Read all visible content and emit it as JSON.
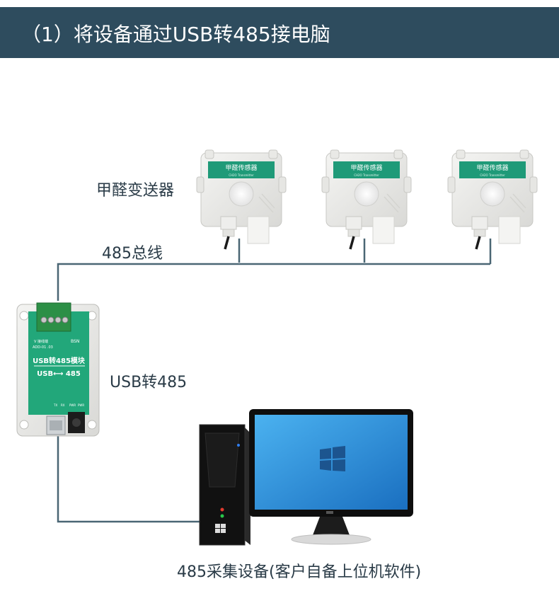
{
  "header": {
    "title": "（1）将设备通过USB转485接电脑"
  },
  "labels": {
    "transmitter": "甲醛变送器",
    "bus": "485总线",
    "converter": "USB转485",
    "pc": "485采集设备(客户自备上位机软件)"
  },
  "sensor": {
    "name": "甲醛传感器",
    "sub": "CH2O Transmitter"
  },
  "module": {
    "title": "USB转485模块",
    "line": "USB⟷ 485",
    "term_left": "V 接线端",
    "term_right": "BSN",
    "range": "ADD-01 .03",
    "ports": [
      "TX",
      "RX",
      "PWR",
      "PWR"
    ]
  },
  "colors": {
    "header_bg": "#2e4c5e",
    "sensor_green": "#1f9a78",
    "module_green": "#22a77a",
    "wire": "#4a6674",
    "screen_blue": "#2b8fd8"
  }
}
